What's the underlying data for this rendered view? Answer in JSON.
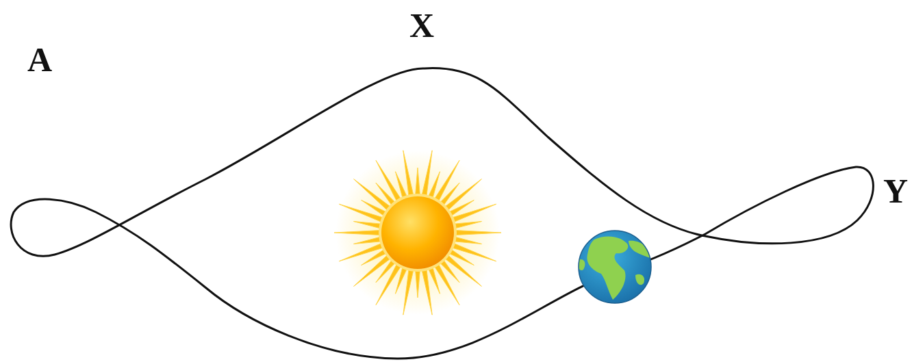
{
  "diagram": {
    "labels": [
      "A",
      "X",
      "Y"
    ]
  }
}
